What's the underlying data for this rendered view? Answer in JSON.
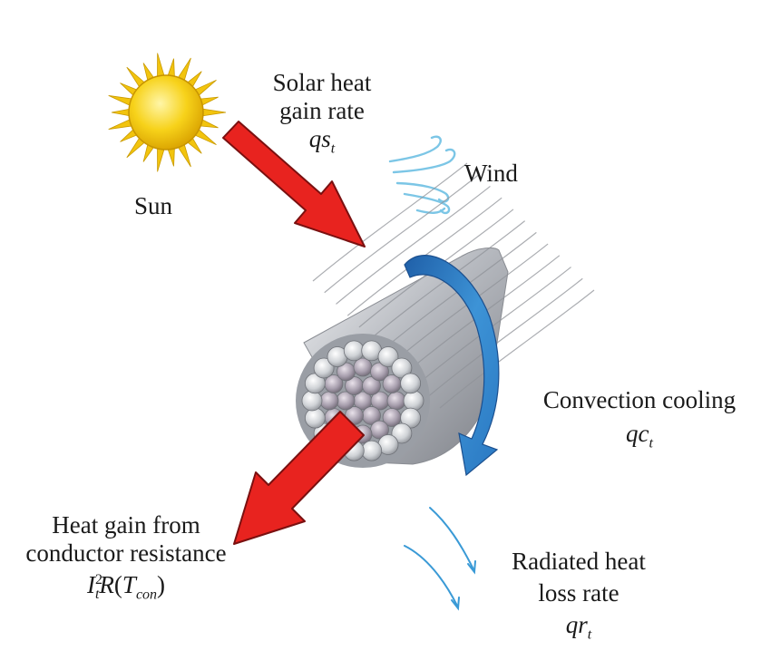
{
  "sun": {
    "label": "Sun"
  },
  "solar_heat": {
    "line1": "Solar heat",
    "line2": "gain rate",
    "symbol": "qs",
    "subscript": "t"
  },
  "wind": {
    "label": "Wind"
  },
  "convection": {
    "line1": "Convection cooling",
    "symbol": "qc",
    "subscript": "t"
  },
  "resistance": {
    "line1": "Heat gain from",
    "line2": "conductor resistance",
    "formula": {
      "I": "I",
      "I_sub": "t",
      "I_sup": "2",
      "R": "R",
      "open": "(",
      "T": "T",
      "T_sub": "con",
      "close": ")"
    }
  },
  "radiated": {
    "line1": "Radiated heat",
    "line2": "loss rate",
    "symbol": "qr",
    "subscript": "t"
  },
  "colors": {
    "heat_arrow": "#e8231f",
    "heat_arrow_edge": "#7a1010",
    "convection_arrow": "#2e7fc4",
    "wind_lines": "#7cc6e6",
    "radiation_lines": "#3a9ad6",
    "sun_core": "#f7d21a",
    "sun_rays": "#f2c40e",
    "conductor": "#b9bcc2"
  },
  "icons": {
    "sun": "sun-icon",
    "wind": "wind-icon",
    "cable": "stranded-conductor-icon"
  }
}
